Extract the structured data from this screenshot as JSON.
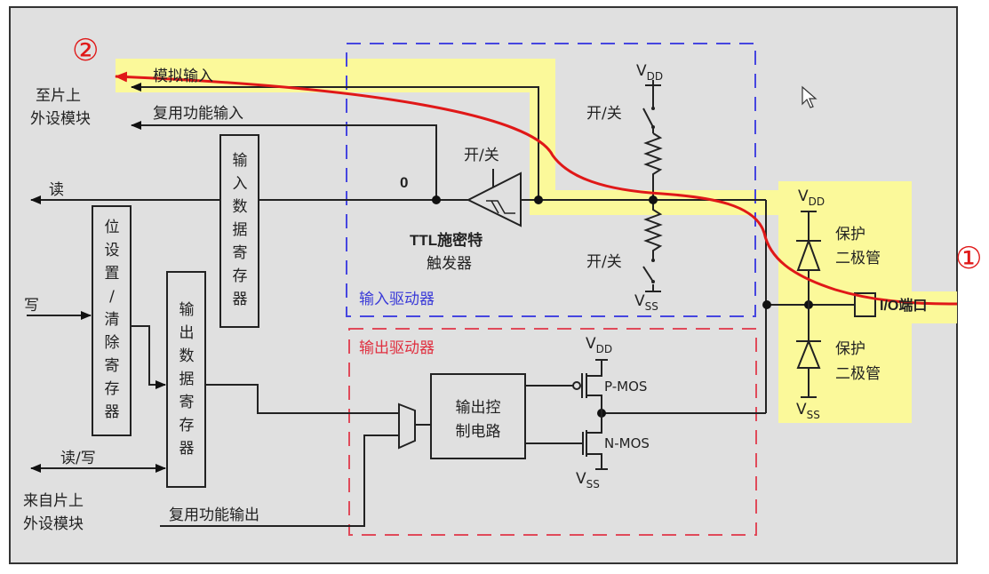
{
  "diagram": {
    "title": "GPIO port bit basic structure (input / output drivers)",
    "markers": {
      "pin_marker": "①",
      "peripheral_marker": "②"
    },
    "colors": {
      "background": "#e0e0e0",
      "highlight": "#fbf99a",
      "signal_path": "#e01818",
      "input_driver_border": "#4646e0",
      "output_driver_border": "#e04a5a",
      "wire": "#222222"
    },
    "left_labels": {
      "to_peripheral": [
        "至片上",
        "外设模块"
      ],
      "from_peripheral": [
        "来自片上",
        "外设模块"
      ],
      "read": "读",
      "write": "写",
      "read_write": "读/写"
    },
    "signals": {
      "analog_input": "模拟输入",
      "alt_func_input": "复用功能输入",
      "alt_func_output": "复用功能输出",
      "zero": "0"
    },
    "blocks": {
      "input_data_register": [
        "输",
        "入",
        "数",
        "据",
        "寄",
        "存",
        "器"
      ],
      "bit_set_clear_register": [
        "位",
        "设",
        "置",
        "/",
        "清",
        "除",
        "寄",
        "存",
        "器"
      ],
      "output_data_register": [
        "输",
        "出",
        "数",
        "据",
        "寄",
        "存",
        "器"
      ],
      "output_control": [
        "输出控",
        "制电路"
      ]
    },
    "input_driver": {
      "label": "输入驱动器",
      "schmitt": [
        "TTL施密特",
        "触发器"
      ],
      "on_off": "开/关",
      "vdd": "V",
      "vdd_sub": "DD",
      "vss": "V",
      "vss_sub": "SS"
    },
    "output_driver": {
      "label": "输出驱动器",
      "pmos": "P-MOS",
      "nmos": "N-MOS",
      "vdd": "V",
      "vdd_sub": "DD",
      "vss": "V",
      "vss_sub": "SS"
    },
    "protection": {
      "diode_label": [
        "保护",
        "二极管"
      ],
      "vdd": "V",
      "vdd_sub": "DD",
      "vss": "V",
      "vss_sub": "SS",
      "io_pin": "I/O端口"
    }
  }
}
